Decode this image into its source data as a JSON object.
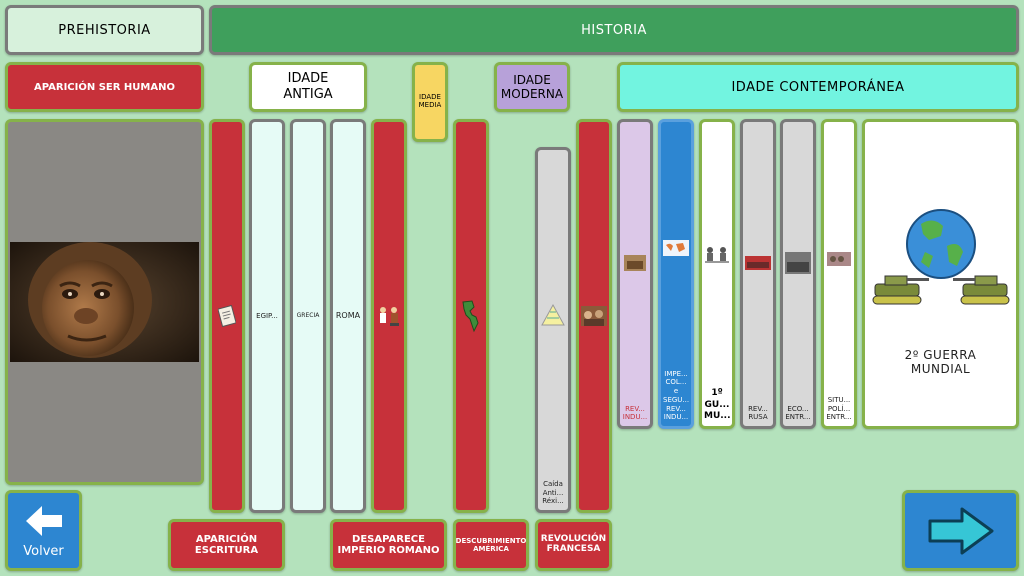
{
  "header": {
    "prehistoria": "PREHISTORIA",
    "historia": "HISTORIA"
  },
  "eras": {
    "aparicion_ser_humano": "APARICIÓN SER HUMANO",
    "idade_antiga": "IDADE ANTIGA",
    "idade_media": "IDADE MEDIA",
    "idade_moderna": "IDADE MODERNA",
    "idade_contemporanea": "IDADE CONTEMPORÁNEA"
  },
  "columns": {
    "egipto": "EGIP...",
    "grecia": "GRECIA",
    "roma": "ROMA",
    "caida": "Caída Anti... Réxi...",
    "revolucion_industrial": "REV... INDU...",
    "imperialismo": "IMPE... COL... e SEGU... REV... INDU...",
    "primera_guerra": "1º GU... MU...",
    "revolucion_rusa": "REV... RUSA",
    "economia_entreguerras": "ECO... ENTR...",
    "situacion_politica": "SITU... POLÍ... ENTR...",
    "segunda_guerra": "2º GUERRA MUNDIAL"
  },
  "milestones": {
    "aparicion_escritura": "APARICIÓN ESCRITURA",
    "desaparece_imperio": "DESAPARECE IMPERIO ROMANO",
    "descubrimiento_america": "DESCUBRIMIENTO AMÉRICA",
    "revolucion_francesa": "REVOLUCIÓN FRANCESA"
  },
  "nav": {
    "volver": "Volver"
  },
  "colors": {
    "background": "#b4e2bc",
    "historia_bar": "#3f9f5c",
    "milestone_red": "#c7313a",
    "antigua_tint": "#e6fbf6",
    "media_yellow": "#f7d662",
    "moderna_purple": "#b7a1d9",
    "contemporanea_cyan": "#72f4e0",
    "nav_blue": "#2d86d1"
  }
}
